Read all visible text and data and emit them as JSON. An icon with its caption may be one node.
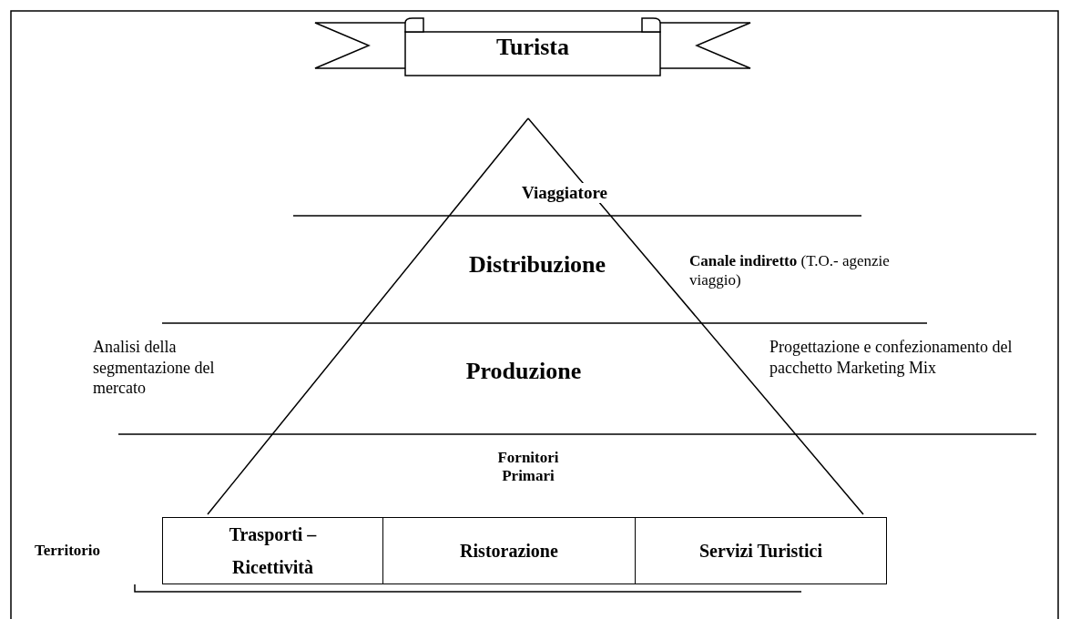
{
  "diagram": {
    "nodes": [
      {
        "text": [
          "Turista"
        ]
      },
      {
        "text": [
          "Viaggiatore"
        ]
      },
      {
        "text": [
          "Distribuzione"
        ]
      },
      {
        "text": [
          "Produzione"
        ]
      },
      {
        "text": [
          "Fornitori Primari"
        ]
      },
      {
        "text": [
          "Trasporti – Ricettività"
        ]
      },
      {
        "text": [
          "Ristorazione"
        ]
      },
      {
        "text": [
          "Servizi Turistici"
        ]
      }
    ],
    "labels": [
      "**Canale indiretto** (T.O.- agenzie viaggio)",
      "Analisi della segmentazione del mercato",
      "Progettazione e confezionamento del pacchetto Marketing Mix",
      "Territorio"
    ]
  }
}
